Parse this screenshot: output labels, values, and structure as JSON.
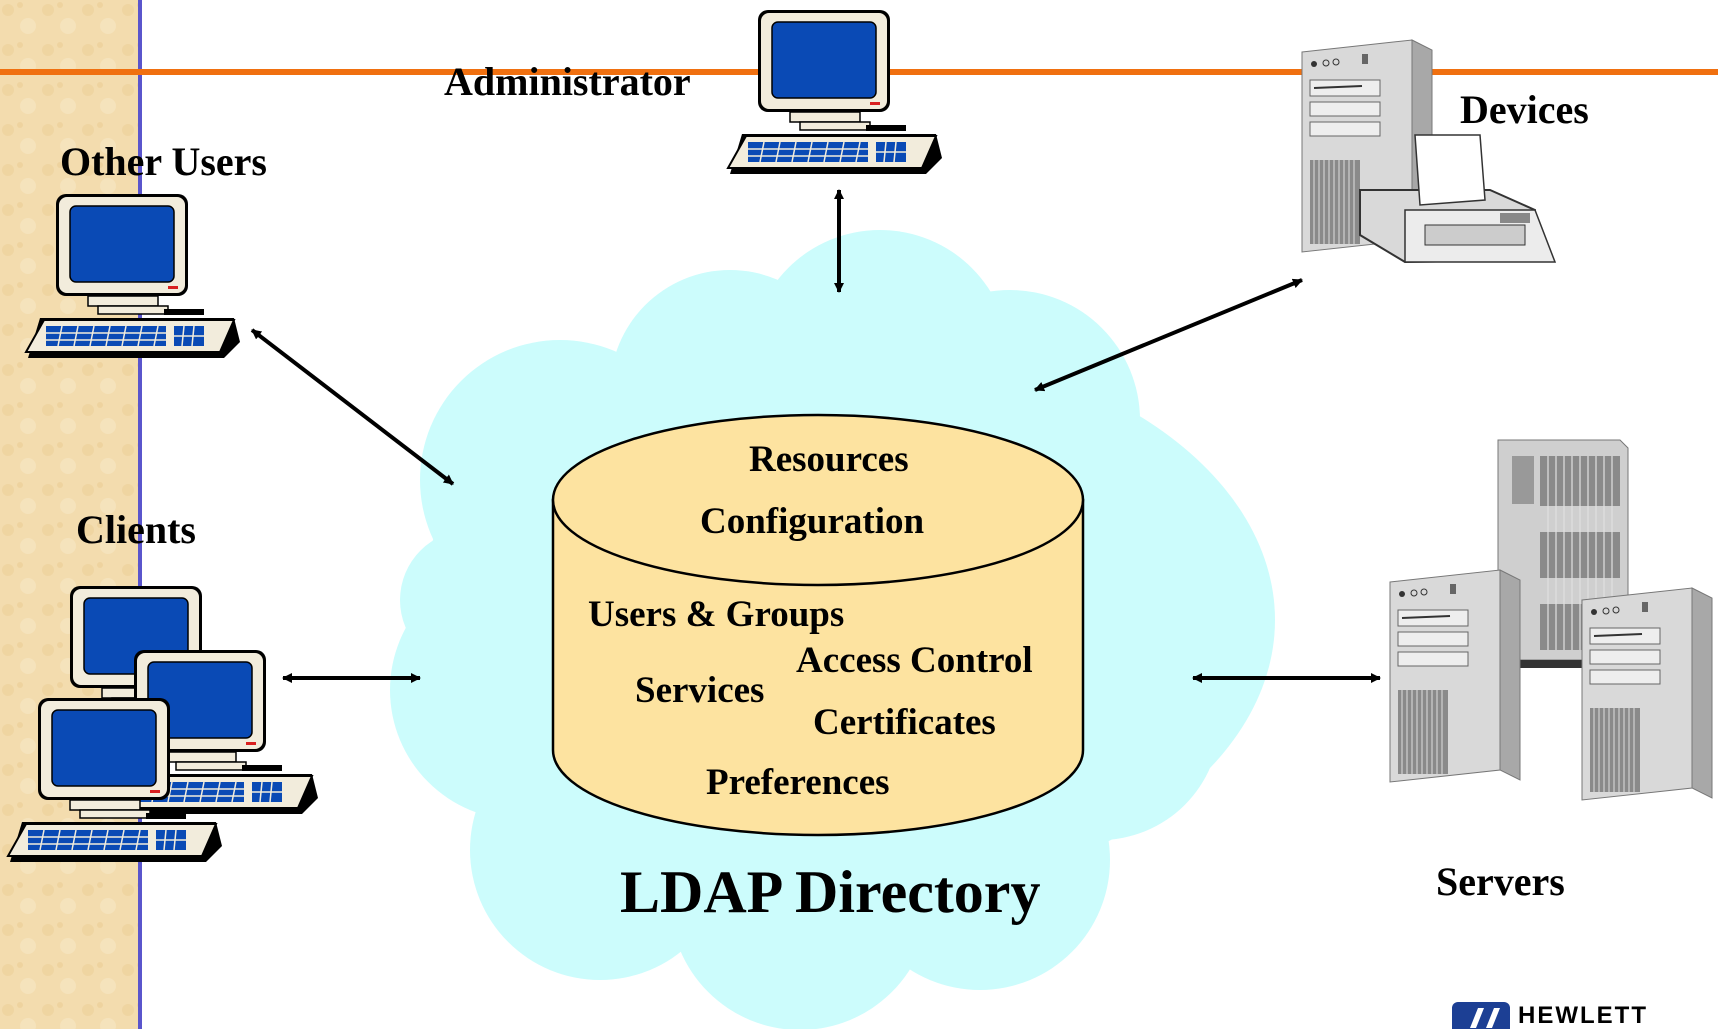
{
  "diagram": {
    "labels": {
      "administrator": "Administrator",
      "other_users": "Other Users",
      "clients": "Clients",
      "devices": "Devices",
      "servers": "Servers",
      "ldap_directory": "LDAP Directory"
    },
    "database_items": {
      "resources": "Resources",
      "configuration": "Configuration",
      "users_groups": "Users & Groups",
      "services": "Services",
      "access_control": "Access Control",
      "certificates": "Certificates",
      "preferences": "Preferences"
    },
    "logo_text": "HEWLETT",
    "colors": {
      "left_band": "#f3dcae",
      "left_line": "#5a55cc",
      "top_line": "#f07010",
      "cloud": "#ccfcfc",
      "cylinder": "#fde3a0",
      "screen": "#0a4ab5",
      "monitor_frame": "#f2ecdc"
    },
    "icons": [
      "computer-icon",
      "printer-icon",
      "server-tower-icon",
      "hp-logo-icon"
    ]
  }
}
